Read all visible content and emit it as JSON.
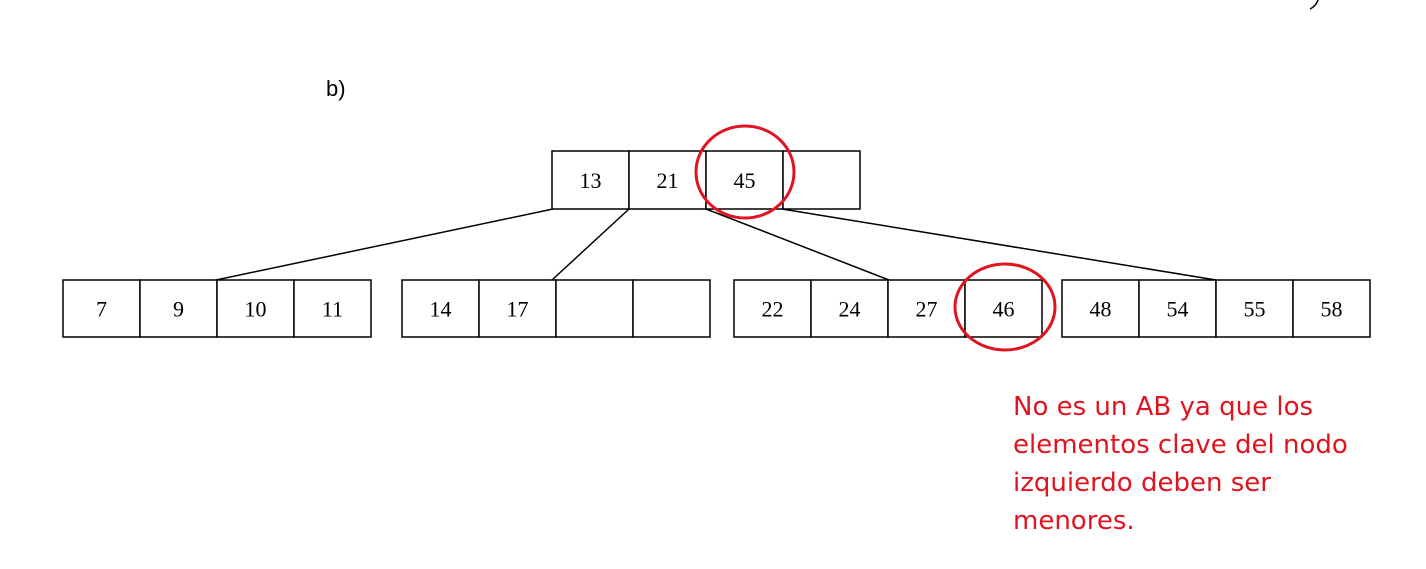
{
  "part_label": "b)",
  "tree": {
    "root": {
      "keys": [
        "13",
        "21",
        "45",
        ""
      ]
    },
    "children": [
      {
        "keys": [
          "7",
          "9",
          "10",
          "11"
        ]
      },
      {
        "keys": [
          "14",
          "17",
          "",
          ""
        ]
      },
      {
        "keys": [
          "22",
          "24",
          "27",
          "46"
        ]
      },
      {
        "keys": [
          "48",
          "54",
          "55",
          "58"
        ]
      }
    ],
    "highlighted_keys": [
      "45",
      "46"
    ]
  },
  "note": {
    "lines": [
      "No es un AB ya que los",
      "elementos clave del nodo",
      "izquierdo deben ser",
      "menores."
    ]
  },
  "colors": {
    "annotation": "#e0141e",
    "lines": "#000000"
  }
}
